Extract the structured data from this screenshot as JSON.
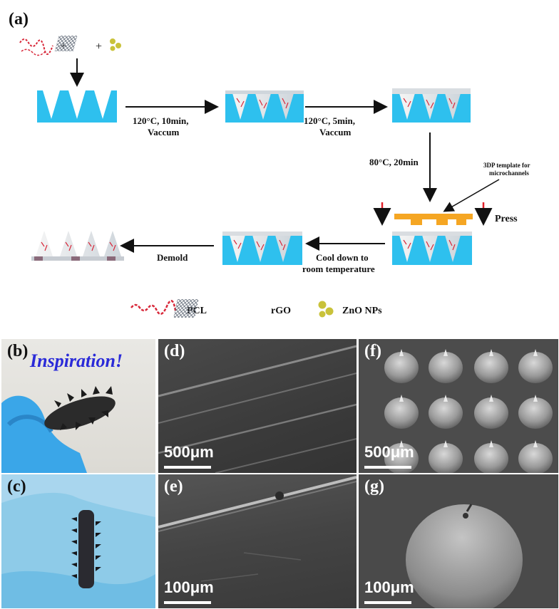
{
  "panel_a": {
    "label": "(a)",
    "step1": [
      "120°C, 10min,",
      "Vaccum"
    ],
    "step2": [
      "120°C, 5min,",
      "Vaccum"
    ],
    "step3": "80°C, 20min",
    "template_note": [
      "3DP template for",
      "microchannels"
    ],
    "press": "Press",
    "cool": [
      "Cool down to",
      "room temperature"
    ],
    "demold": "Demold",
    "legend": {
      "pcl": "PCL",
      "rgo": "rGO",
      "zno": "ZnO NPs"
    }
  },
  "photos": {
    "b": {
      "label": "(b)",
      "caption": "Inspiration!"
    },
    "c": {
      "label": "(c)"
    }
  },
  "sem": {
    "d": {
      "label": "(d)",
      "scale": "500μm"
    },
    "e": {
      "label": "(e)",
      "scale": "100μm"
    },
    "f": {
      "label": "(f)",
      "scale": "500μm"
    },
    "g": {
      "label": "(g)",
      "scale": "100μm"
    }
  },
  "colors": {
    "mold": "#2ec0ee",
    "template": "#f5a623",
    "press_arrow": "#e0202a",
    "pcl": "#d8283a",
    "zno": "#c9c23a"
  }
}
